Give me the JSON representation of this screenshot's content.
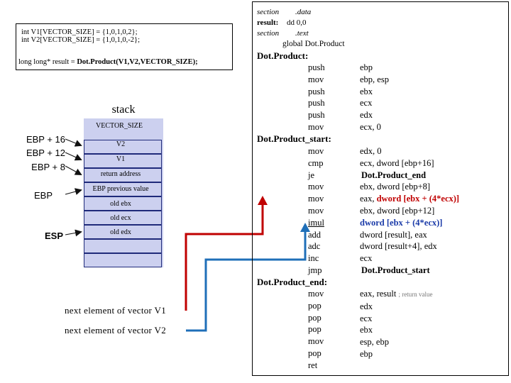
{
  "code": {
    "line1": "int V1[VECTOR_SIZE] = {1,0,1,0,2};",
    "line2": "int V2[VECTOR_SIZE] = {1,0,1,0,-2};",
    "line3_prefix": "long long* result = ",
    "line3_bold": "Dot.Product(V1,V2,VECTOR_SIZE);"
  },
  "stack": {
    "title": "stack",
    "cells": [
      "VECTOR_SIZE",
      "V2",
      "V1",
      "return address",
      "EBP previous value",
      "old ebx",
      "old ecx",
      "old edx"
    ],
    "side_labels": [
      "EBP + 16",
      "EBP + 12",
      "EBP + 8",
      "EBP",
      "ESP"
    ]
  },
  "notes": {
    "v1": "next element of vector V1",
    "v2": "next element of vector V2"
  },
  "asm": {
    "header": [
      {
        "a": "section",
        "b": ".data"
      },
      {
        "a": "result:",
        "b": "dd  0,0"
      },
      {
        "a": "section",
        "b": ".text"
      },
      {
        "a": "",
        "b": "global  Dot.Product"
      }
    ],
    "labels": {
      "dot_product": "Dot.Product:",
      "dot_product_start": "Dot.Product_start:",
      "dot_product_end": "Dot.Product_end:"
    },
    "block1": [
      {
        "op": "push",
        "arg": "ebp"
      },
      {
        "op": "mov",
        "arg": "ebp, esp"
      },
      {
        "op": "push",
        "arg": "ebx"
      },
      {
        "op": "push",
        "arg": "ecx"
      },
      {
        "op": "push",
        "arg": "edx"
      },
      {
        "op": "mov",
        "arg": "ecx, 0"
      }
    ],
    "block2": [
      {
        "op": "mov",
        "arg": "edx, 0"
      },
      {
        "op": "cmp",
        "arg": "ecx, dword [ebp+16]"
      },
      {
        "op": "je",
        "arg": "Dot.Product_end"
      },
      {
        "op": "mov",
        "arg": "ebx, dword [ebp+8]"
      },
      {
        "op": "mov",
        "arg_plain": "eax, ",
        "arg_red": "dword [ebx + (4*ecx)]"
      },
      {
        "op": "mov",
        "arg": "ebx, dword [ebp+12]"
      },
      {
        "op": "imul",
        "arg": "dword [ebx + (4*ecx)]"
      },
      {
        "op": "add",
        "arg": "dword [result], eax"
      },
      {
        "op": "adc",
        "arg": "dword [result+4], edx"
      },
      {
        "op": "inc",
        "arg": "ecx"
      },
      {
        "op": "jmp",
        "arg": "Dot.Product_start"
      }
    ],
    "block3": [
      {
        "op": "mov",
        "arg": "eax, result",
        "comment": "; return value"
      },
      {
        "op": "pop",
        "arg": "edx"
      },
      {
        "op": "pop",
        "arg": "ecx"
      },
      {
        "op": "pop",
        "arg": "ebx"
      },
      {
        "op": "mov",
        "arg": "esp, ebp"
      },
      {
        "op": "pop",
        "arg": "ebp"
      },
      {
        "op": "ret",
        "arg": ""
      }
    ]
  },
  "colors": {
    "arrow_red": "#c00000",
    "arrow_blue": "#1f6fb8",
    "stack_fill": "#ccd0ef",
    "stack_border": "#1f2a7a"
  }
}
